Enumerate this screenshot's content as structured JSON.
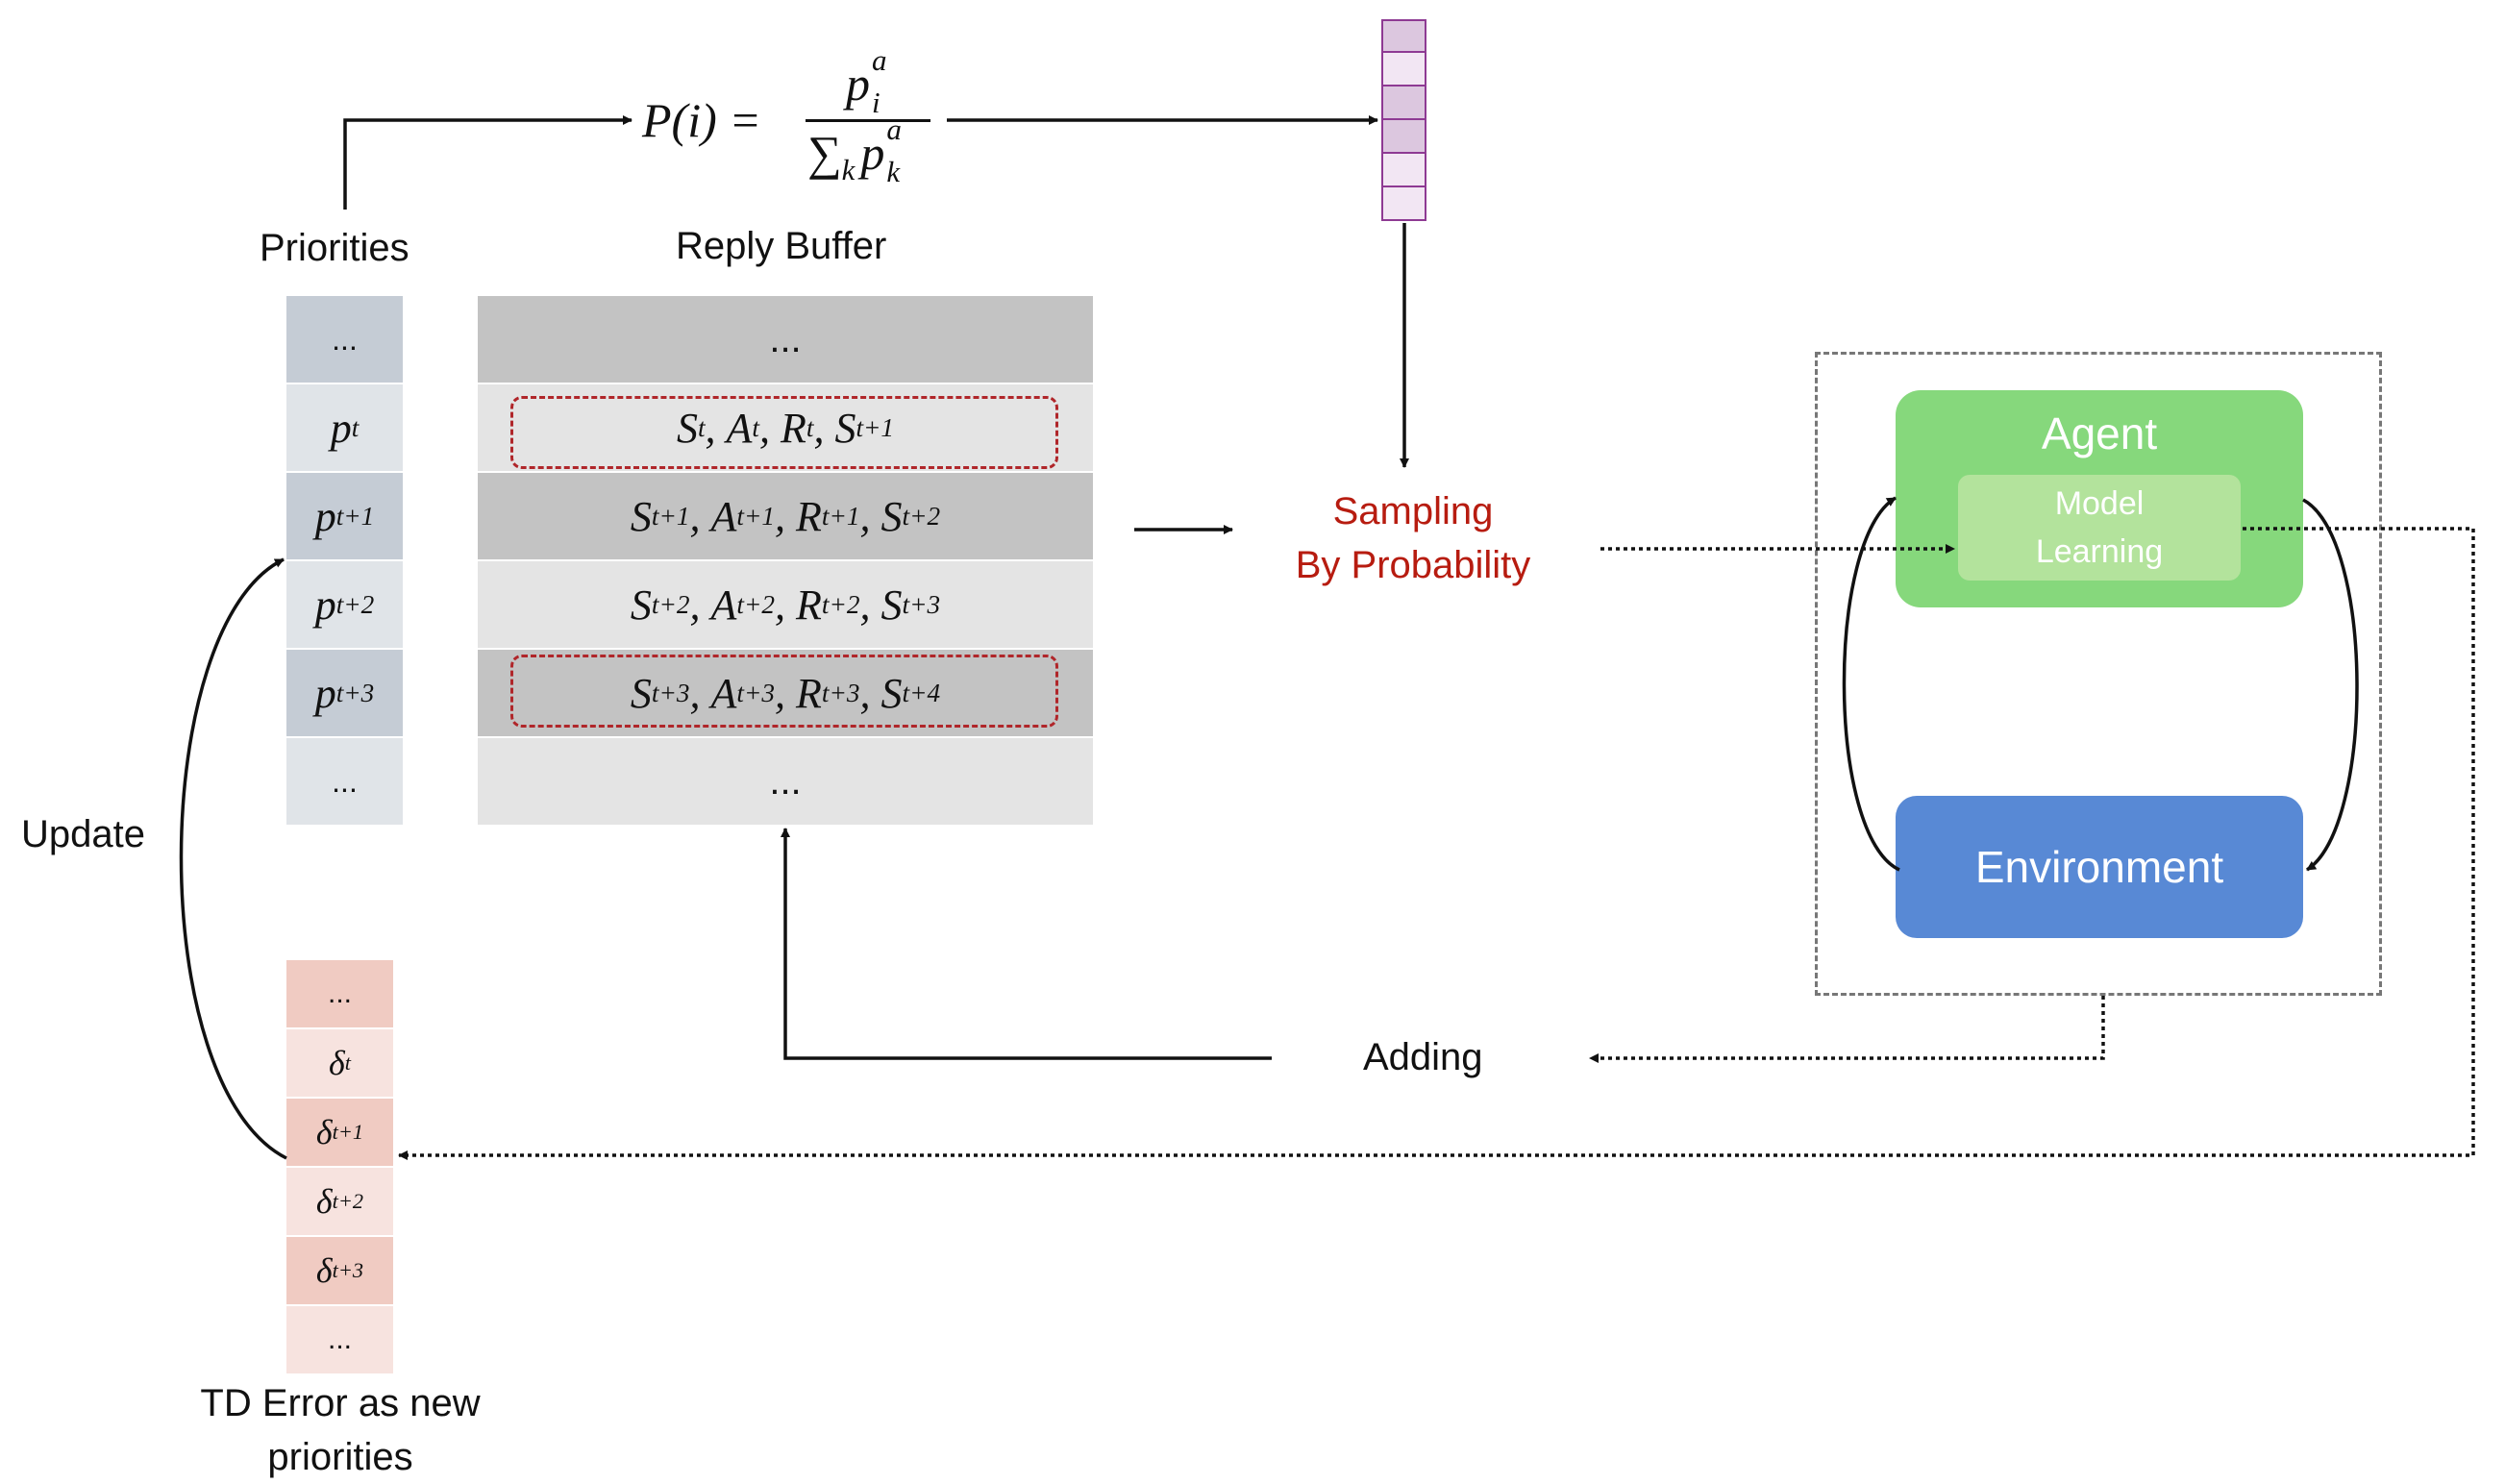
{
  "formula": {
    "lhs": "P(i) =",
    "numerator": "p",
    "numerator_sub": "i",
    "numerator_sup": "a",
    "denominator": "∑",
    "denominator_sub": "k",
    "denominator_p": "p",
    "denominator_p_sub": "k",
    "denominator_p_sup": "a"
  },
  "labels": {
    "priorities": "Priorities",
    "reply_buffer": "Reply Buffer",
    "sampling_line1": "Sampling",
    "sampling_line2": "By Probability",
    "adding": "Adding",
    "update": "Update",
    "td_error_line1": "TD Error as new",
    "td_error_line2": "priorities",
    "agent": "Agent",
    "model_line1": "Model",
    "model_line2": "Learning",
    "environment": "Environment"
  },
  "priorities": [
    {
      "base": "...",
      "sub": ""
    },
    {
      "base": "p",
      "sub": "t"
    },
    {
      "base": "p",
      "sub": "t+1"
    },
    {
      "base": "p",
      "sub": "t+2"
    },
    {
      "base": "p",
      "sub": "t+3"
    },
    {
      "base": "...",
      "sub": ""
    }
  ],
  "buffer": [
    {
      "text": "...",
      "highlighted": false
    },
    {
      "s": "S",
      "s_sub": "t",
      "a": "A",
      "a_sub": "t",
      "r": "R",
      "r_sub": "t",
      "s2": "S",
      "s2_sub": "t+1",
      "highlighted": true
    },
    {
      "s": "S",
      "s_sub": "t+1",
      "a": "A",
      "a_sub": "t+1",
      "r": "R",
      "r_sub": "t+1",
      "s2": "S",
      "s2_sub": "t+2",
      "highlighted": false
    },
    {
      "s": "S",
      "s_sub": "t+2",
      "a": "A",
      "a_sub": "t+2",
      "r": "R",
      "r_sub": "t+2",
      "s2": "S",
      "s2_sub": "t+3",
      "highlighted": false
    },
    {
      "s": "S",
      "s_sub": "t+3",
      "a": "A",
      "a_sub": "t+3",
      "r": "R",
      "r_sub": "t+3",
      "s2": "S",
      "s2_sub": "t+4",
      "highlighted": true
    },
    {
      "text": "...",
      "highlighted": false
    }
  ],
  "td_errors": [
    {
      "base": "...",
      "sub": ""
    },
    {
      "base": "δ",
      "sub": "t"
    },
    {
      "base": "δ",
      "sub": "t+1"
    },
    {
      "base": "δ",
      "sub": "t+2"
    },
    {
      "base": "δ",
      "sub": "t+3"
    },
    {
      "base": "...",
      "sub": ""
    }
  ],
  "colors": {
    "priority_dark": "#c5ccd5",
    "priority_light": "#e0e4e8",
    "buffer_dark": "#c3c3c3",
    "buffer_light": "#e4e4e4",
    "td_dark": "#f0cbc2",
    "td_light": "#f7e3df",
    "sampling_red": "#b71c10",
    "highlight_dash": "#b0262a",
    "agent_green": "#86d87c",
    "model_green": "#b3e39c",
    "environment_blue": "#5889d5",
    "mini_buffer_purple": "#8e3a93"
  }
}
